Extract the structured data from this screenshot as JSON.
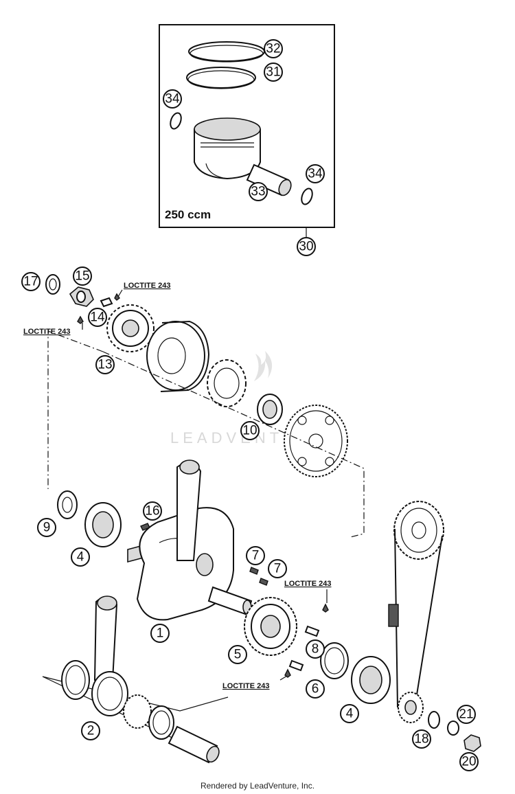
{
  "kit_box": {
    "label": "250 ccm"
  },
  "callouts": {
    "c1": "1",
    "c2": "2",
    "c4a": "4",
    "c4b": "4",
    "c5": "5",
    "c6": "6",
    "c7a": "7",
    "c7b": "7",
    "c8": "8",
    "c9": "9",
    "c10": "10",
    "c13": "13",
    "c14": "14",
    "c15": "15",
    "c16": "16",
    "c17": "17",
    "c18": "18",
    "c20": "20",
    "c21": "21",
    "c30": "30",
    "c31": "31",
    "c32": "32",
    "c33": "33",
    "c34a": "34",
    "c34b": "34"
  },
  "notes": {
    "loctite_1": "LOCTITE 243",
    "loctite_2": "LOCTITE 243",
    "loctite_3": "LOCTITE 243",
    "loctite_4": "LOCTITE 243"
  },
  "watermark": "LEADVENTURE",
  "footer": "Rendered by LeadVenture, Inc."
}
